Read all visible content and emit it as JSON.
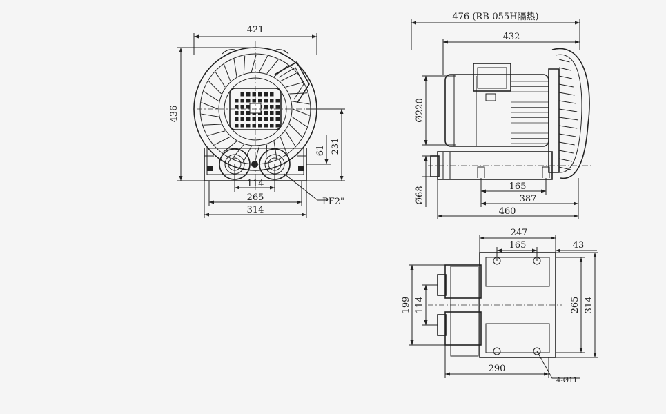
{
  "drawing": {
    "front_view": {
      "width": "421",
      "height": "436",
      "shaft_offset": "61",
      "center_height": "231",
      "port_spacing": "114",
      "base_inner": "265",
      "base_outer": "314",
      "port_thread": "PF2\""
    },
    "side_view": {
      "overall_length": "476 (RB-055H隔热)",
      "body_length": "432",
      "motor_diameter": "Ø220",
      "port_diameter": "Ø68",
      "foot_spacing": "165",
      "port_to_foot": "387",
      "base_length": "460"
    },
    "base_view": {
      "outer_width": "247",
      "hole_spacing": "165",
      "side_offset": "43",
      "port_outer": "199",
      "port_spacing": "114",
      "inner_length": "265",
      "outer_length": "314",
      "bottom_length": "290",
      "mount_holes": "4-Ø11"
    }
  }
}
